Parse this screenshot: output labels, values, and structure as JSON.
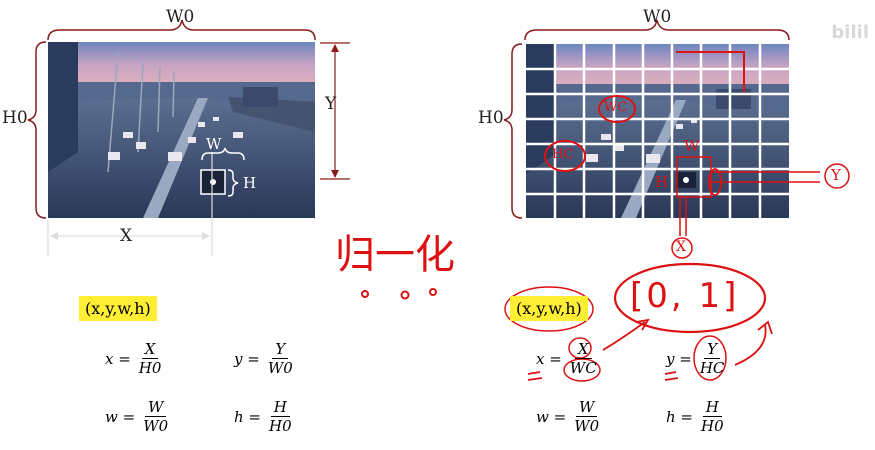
{
  "left": {
    "w0": "W0",
    "h0": "H0",
    "y": "Y",
    "x": "X",
    "w": "W",
    "h": "H",
    "tuple": "(x,y,w,h)",
    "f1": {
      "lhs": "x =",
      "num": "X",
      "den": "H0"
    },
    "f2": {
      "lhs": "y =",
      "num": "Y",
      "den": "W0"
    },
    "f3": {
      "lhs": "w =",
      "num": "W",
      "den": "W0"
    },
    "f4": {
      "lhs": "h =",
      "num": "H",
      "den": "H0"
    }
  },
  "right": {
    "w0": "W0",
    "h0": "H0",
    "x": "X",
    "y": "Y",
    "w": "W",
    "h": "H",
    "wc": "WC",
    "hc": "HC",
    "tuple": "(x,y,w,h)",
    "range": "[0, 1]",
    "f1": {
      "lhs": "x =",
      "num": "X",
      "den": "WC"
    },
    "f2": {
      "lhs": "y =",
      "num": "Y",
      "den": "HC"
    },
    "f3": {
      "lhs": "w =",
      "num": "W",
      "den": "W0"
    },
    "f4": {
      "lhs": "h =",
      "num": "H",
      "den": "H0"
    }
  },
  "handwriting": "归一化",
  "watermark": "bilil",
  "colors": {
    "accent": "#d11111",
    "highlight": "#ffee33"
  }
}
